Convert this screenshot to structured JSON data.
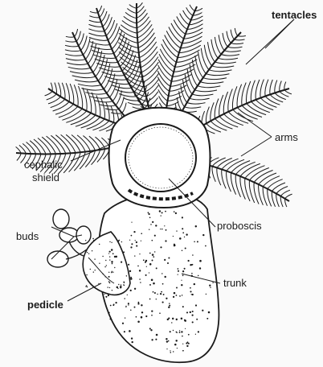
{
  "labels": {
    "tentacles": "tentacles",
    "arms": "arms",
    "cephalic_shield": [
      "cephalic",
      "shield"
    ],
    "proboscis": "proboscis",
    "buds": "buds",
    "trunk": "trunk",
    "pedicle": "pedicle"
  },
  "colors": {
    "ink": "#1a1a1a",
    "paper": "#fafafa"
  }
}
